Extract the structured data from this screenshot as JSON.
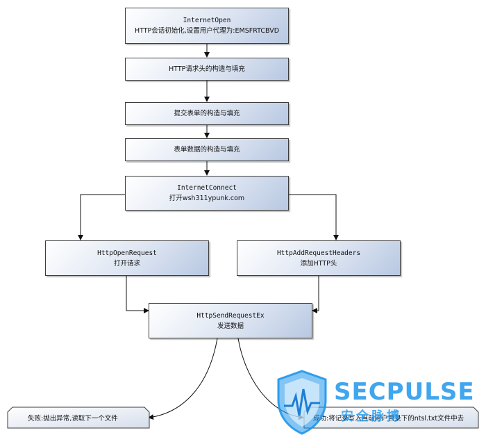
{
  "nodes": {
    "internet_open": {
      "title": "InternetOpen",
      "desc": "HTTP会话初始化,设置用户代理为:EMSFRTCBVD"
    },
    "http_header": {
      "desc": "HTTP请求头的构造与填充"
    },
    "form_submit": {
      "desc": "提交表单的构造与填充"
    },
    "form_data": {
      "desc": "表单数据的构造与填充"
    },
    "internet_connect": {
      "title": "InternetConnect",
      "desc": "打开wsh311ypunk.com"
    },
    "http_open_request": {
      "title": "HttpOpenRequest",
      "desc": "打开请求"
    },
    "http_add_headers": {
      "title": "HttpAddRequestHeaders",
      "desc": "添加HTTP头"
    },
    "http_send": {
      "title": "HttpSendRequestEx",
      "desc": "发送数据"
    }
  },
  "terminals": {
    "fail": "失败:抛出异常,读取下一个文件",
    "success": "成功:将记录写入当前用户目录下的ntsl.txt文件中去"
  },
  "watermark": {
    "brand": "SECPULSE",
    "sub": "安全脉搏",
    "color": "#1e96eb"
  }
}
